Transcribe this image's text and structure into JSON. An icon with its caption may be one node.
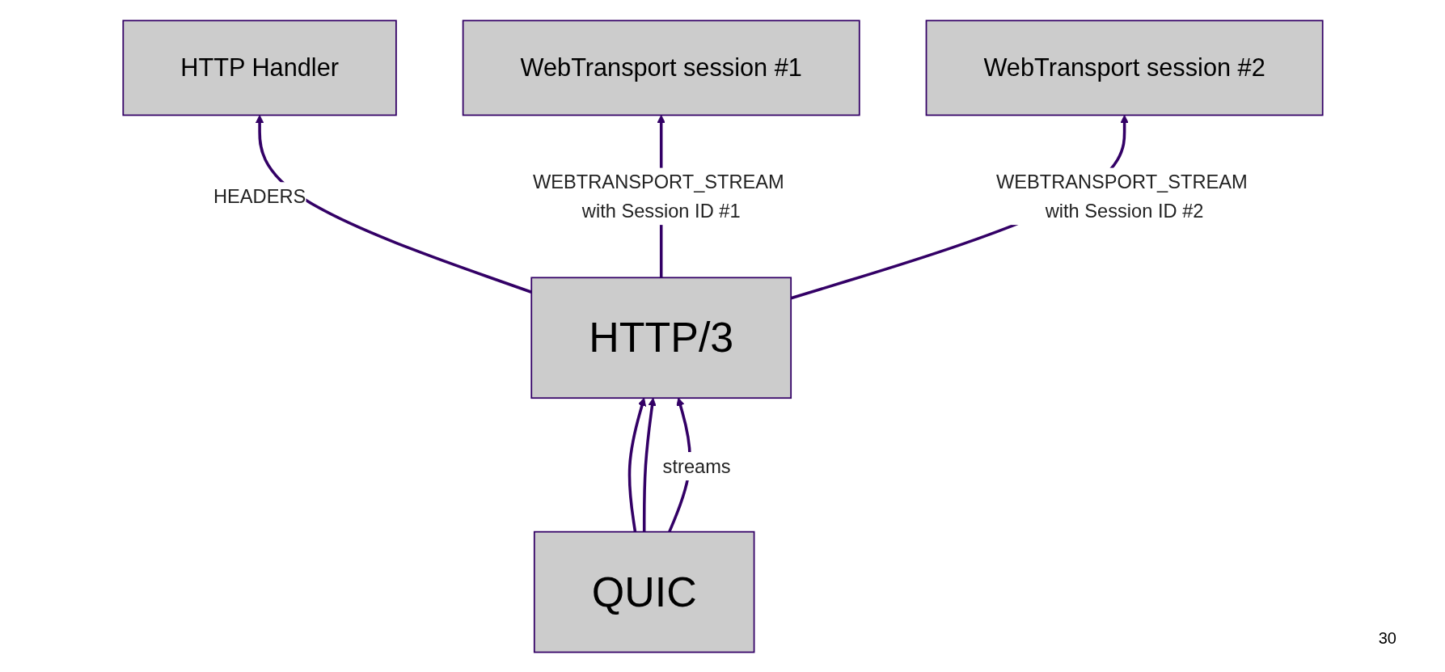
{
  "diagram": {
    "nodes": [
      {
        "text": [
          "HTTP Handler"
        ]
      },
      {
        "text": [
          "WebTransport session #1"
        ]
      },
      {
        "text": [
          "WebTransport session #2"
        ]
      },
      {
        "text": [
          "HTTP/3"
        ]
      },
      {
        "text": [
          "QUIC"
        ]
      }
    ],
    "edges": [
      {
        "from": 3,
        "to": 0,
        "arrow": "to",
        "label": "HEADERS"
      },
      {
        "from": 3,
        "to": 1,
        "arrow": "to",
        "label": "WEBTRANSPORT_STREAM with Session ID #1"
      },
      {
        "from": 3,
        "to": 2,
        "arrow": "to",
        "label": "WEBTRANSPORT_STREAM with Session ID #2"
      },
      {
        "from": 4,
        "to": 3,
        "arrow": "to"
      },
      {
        "from": 4,
        "to": 3,
        "arrow": "to"
      },
      {
        "from": 4,
        "to": 3,
        "arrow": "to",
        "label": "streams"
      }
    ],
    "labels": [
      "30"
    ]
  }
}
